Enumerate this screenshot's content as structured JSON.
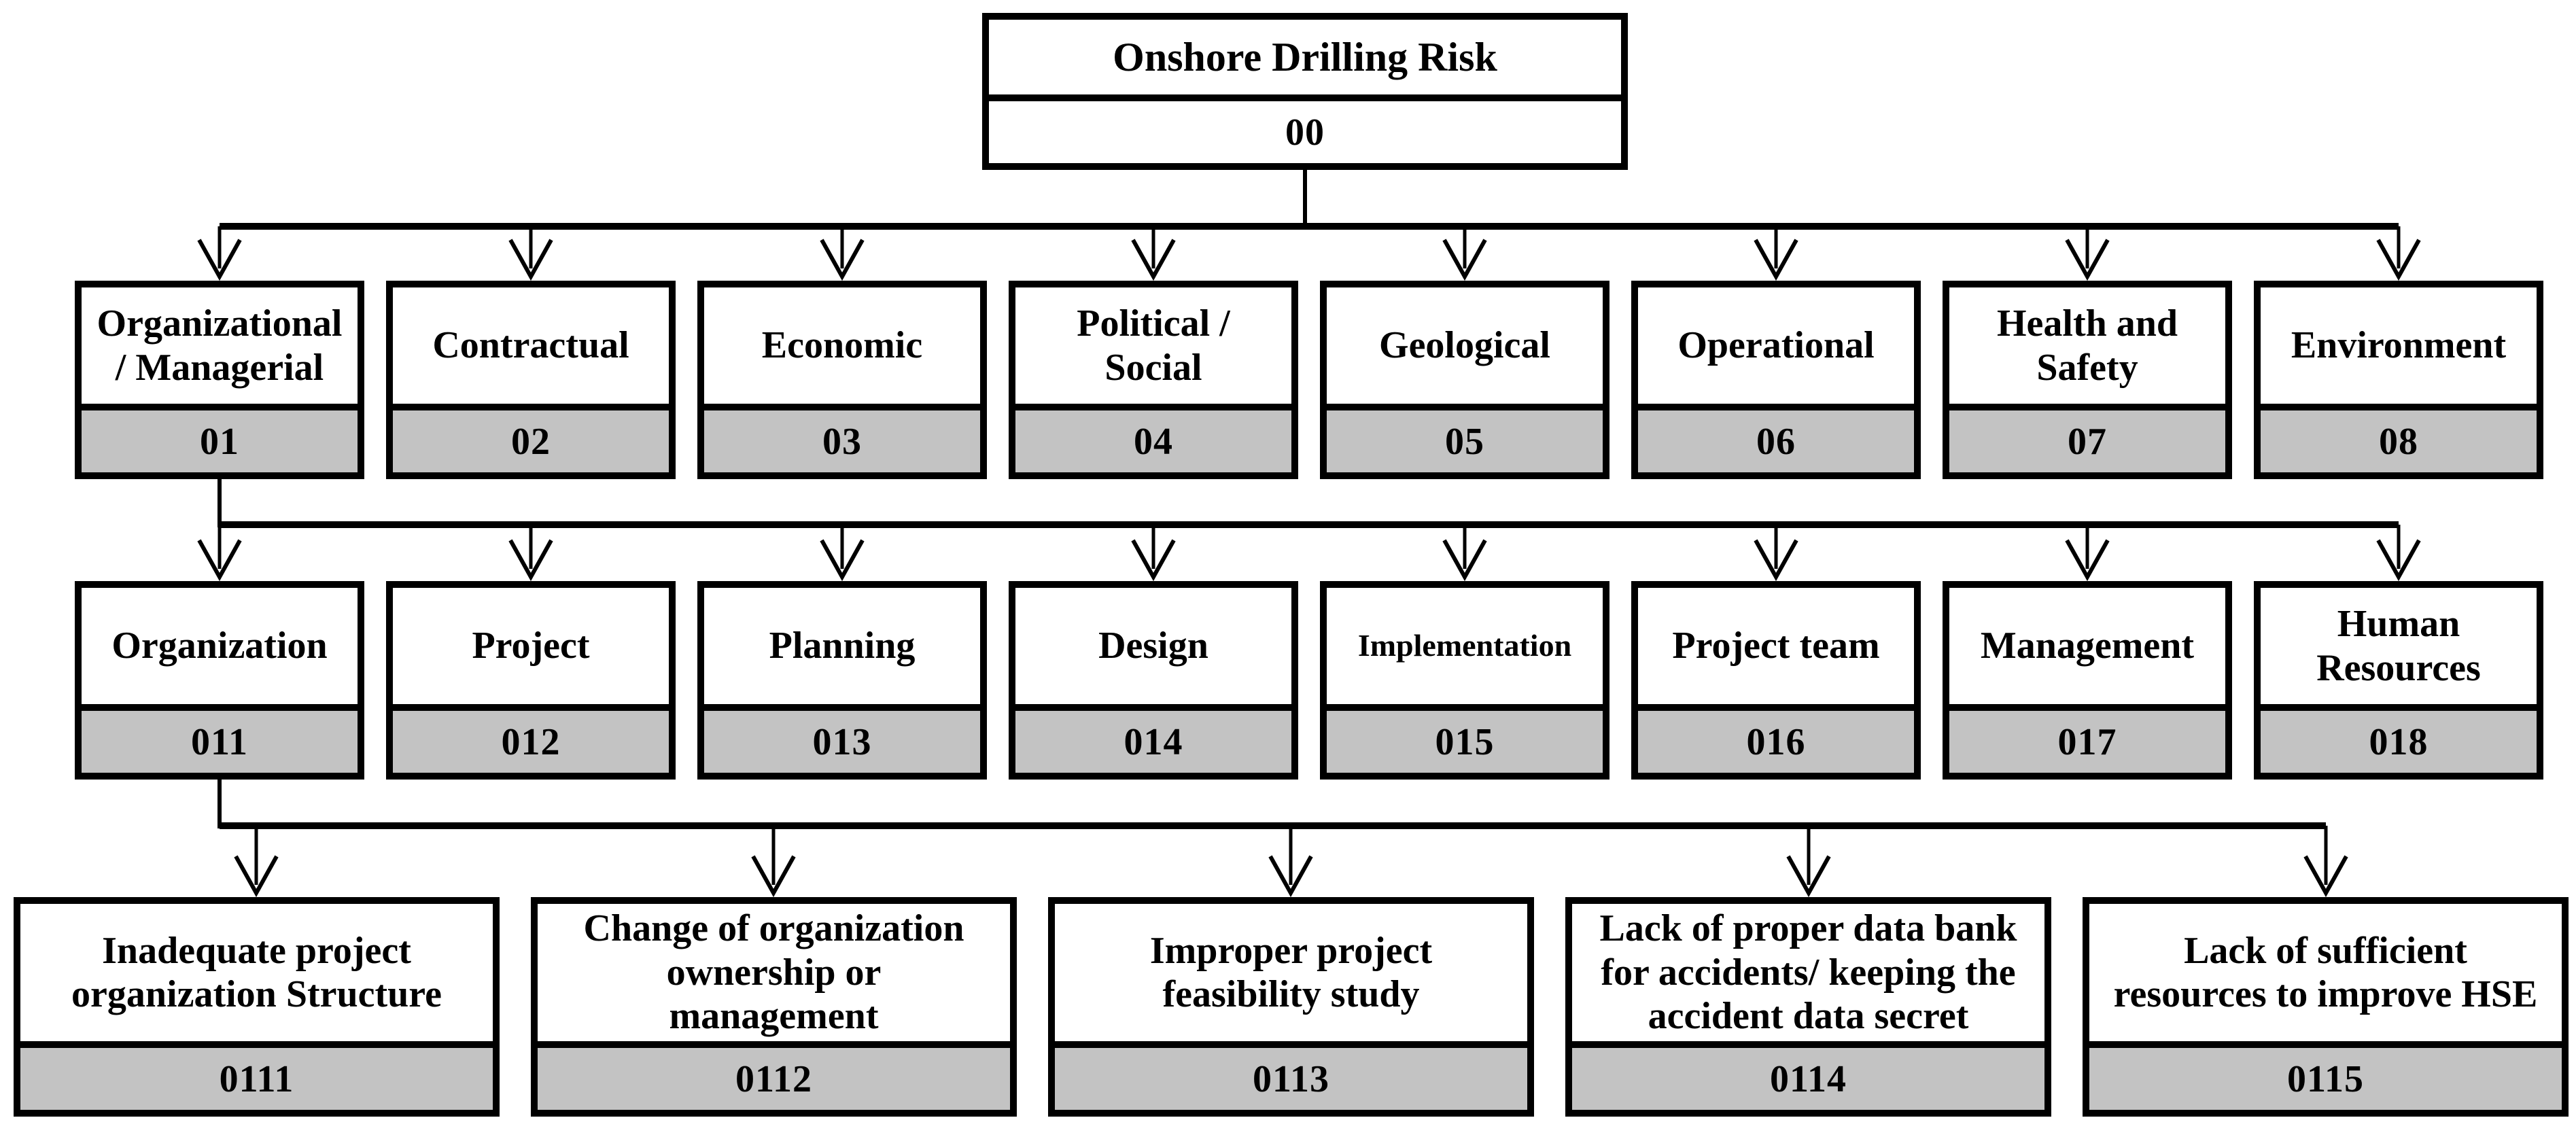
{
  "colors": {
    "background": "#ffffff",
    "box_border": "#000000",
    "code_cell_fill": "#c3c3c3",
    "root_code_fill": "#ffffff",
    "connector": "#000000"
  },
  "root": {
    "label": "Onshore Drilling Risk",
    "code": "00"
  },
  "level2": [
    {
      "label": "Organizational\n/ Managerial",
      "code": "01"
    },
    {
      "label": "Contractual",
      "code": "02"
    },
    {
      "label": "Economic",
      "code": "03"
    },
    {
      "label": "Political /\nSocial",
      "code": "04"
    },
    {
      "label": "Geological",
      "code": "05"
    },
    {
      "label": "Operational",
      "code": "06"
    },
    {
      "label": "Health and\nSafety",
      "code": "07"
    },
    {
      "label": "Environment",
      "code": "08"
    }
  ],
  "level3": [
    {
      "label": "Organization",
      "code": "011"
    },
    {
      "label": "Project",
      "code": "012"
    },
    {
      "label": "Planning",
      "code": "013"
    },
    {
      "label": "Design",
      "code": "014"
    },
    {
      "label": "Implementation",
      "code": "015"
    },
    {
      "label": "Project team",
      "code": "016"
    },
    {
      "label": "Management",
      "code": "017"
    },
    {
      "label": "Human\nResources",
      "code": "018"
    }
  ],
  "level4": [
    {
      "label": "Inadequate project\norganization Structure",
      "code": "0111"
    },
    {
      "label": "Change of organization\nownership or\nmanagement",
      "code": "0112"
    },
    {
      "label": "Improper project\nfeasibility study",
      "code": "0113"
    },
    {
      "label": "Lack of proper data bank\nfor accidents/ keeping the\naccident data secret",
      "code": "0114"
    },
    {
      "label": "Lack of sufficient\nresources to improve HSE",
      "code": "0115"
    }
  ]
}
